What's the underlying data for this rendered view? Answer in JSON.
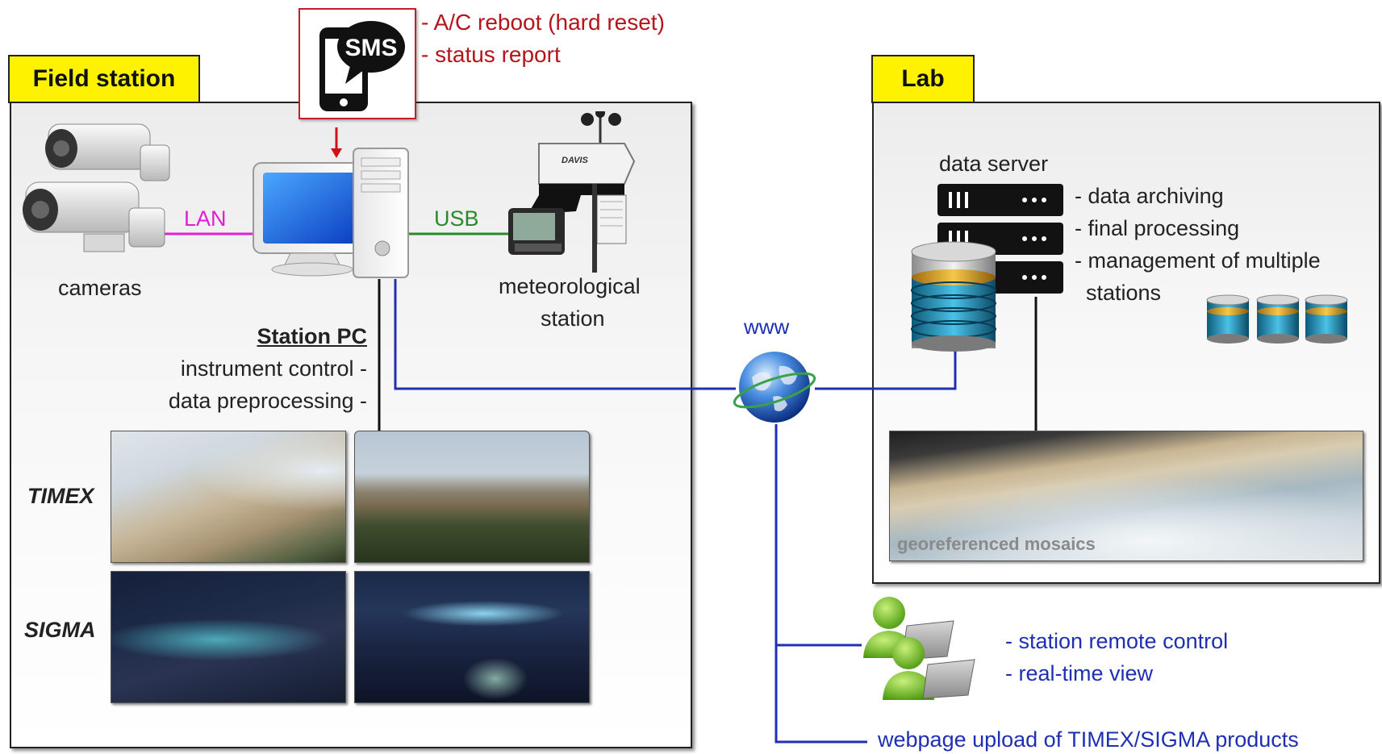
{
  "sms": {
    "icon_label": "SMS",
    "notes": [
      "- A/C reboot (hard reset)",
      "- status report"
    ]
  },
  "field_station": {
    "tag": "Field station",
    "cameras_label": "cameras",
    "lan_label": "LAN",
    "usb_label": "USB",
    "met_label_1": "meteorological",
    "met_label_2": "station",
    "pc_title": "Station PC",
    "pc_functions": [
      "instrument control -",
      "data preprocessing -"
    ],
    "timex_label": "TIMEX",
    "sigma_label": "SIGMA",
    "davis_label": "DAVIS"
  },
  "internet": {
    "label": "www"
  },
  "lab": {
    "tag": "Lab",
    "server_label": "data server",
    "server_functions": [
      "- data archiving",
      "- final processing",
      "- management of multiple",
      "stations"
    ],
    "mosaic_caption": "georeferenced mosaics"
  },
  "remote": {
    "functions": [
      "- station remote control",
      "- real-time view"
    ],
    "webpage_label": "webpage upload of TIMEX/SIGMA products"
  },
  "colors": {
    "lan": "#e020d0",
    "usb": "#2a8a2a",
    "network": "#1f2fb4",
    "sms_text": "#b4141c",
    "tag_fill": "#fff200"
  }
}
